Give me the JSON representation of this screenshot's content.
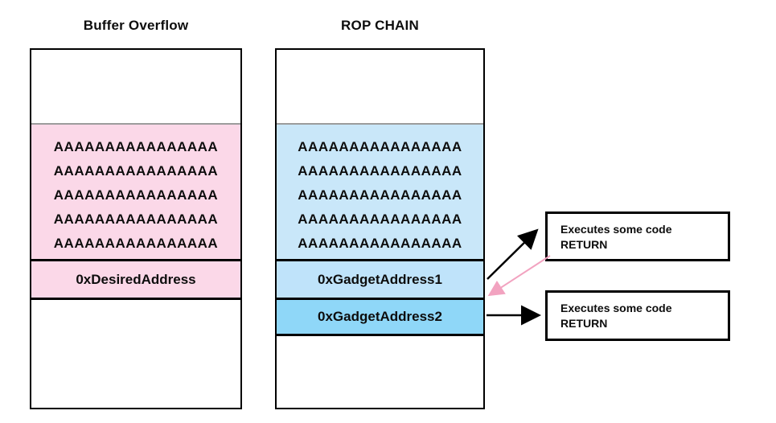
{
  "titles": {
    "left": "Buffer Overflow",
    "right": "ROP CHAIN"
  },
  "buffer_overflow": {
    "fill_rows": [
      "AAAAAAAAAAAAAAAA",
      "AAAAAAAAAAAAAAAA",
      "AAAAAAAAAAAAAAAA",
      "AAAAAAAAAAAAAAAA",
      "AAAAAAAAAAAAAAAA"
    ],
    "return_address": "0xDesiredAddress"
  },
  "rop_chain": {
    "fill_rows": [
      "AAAAAAAAAAAAAAAA",
      "AAAAAAAAAAAAAAAA",
      "AAAAAAAAAAAAAAAA",
      "AAAAAAAAAAAAAAAA",
      "AAAAAAAAAAAAAAAA"
    ],
    "gadget1": "0xGadgetAddress1",
    "gadget2": "0xGadgetAddress2"
  },
  "gadget_boxes": [
    {
      "line1": "Executes some code",
      "line2": "RETURN"
    },
    {
      "line1": "Executes some code",
      "line2": "RETURN"
    }
  ],
  "colors": {
    "pink_fill": "#FBD8E8",
    "blue_fill": "#C9E7F9",
    "gadget1_fill": "#BFE3FA",
    "gadget2_fill": "#8FD7F8",
    "divider_gray": "#9C9C9C",
    "arrow_black": "#000000",
    "arrow_pink": "#F2A3C0"
  }
}
